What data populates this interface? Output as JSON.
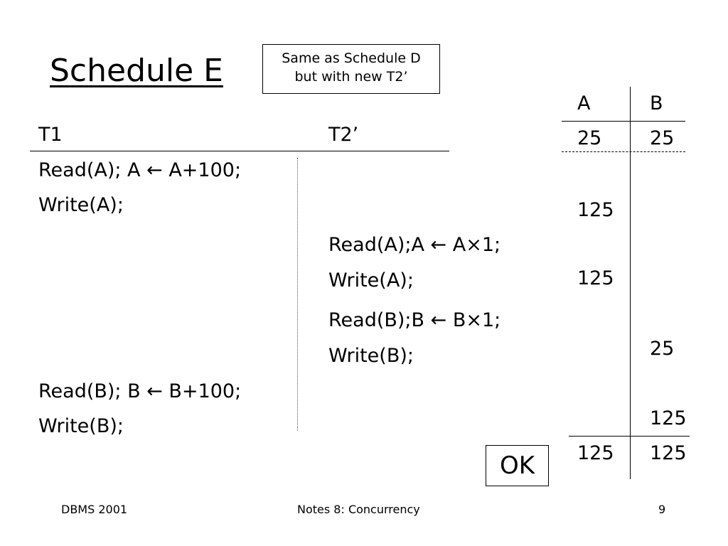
{
  "title": "Schedule E",
  "note": {
    "line1": "Same as Schedule D",
    "line2": "but with new T2’"
  },
  "transactions": {
    "t1_header": "T1",
    "t2_header": "T2’",
    "t1_ops": [
      "Read(A); A ← A+100;",
      "Write(A);",
      "Read(B); B ←  B+100;",
      "Write(B);"
    ],
    "t2_ops": [
      "Read(A);A ←  A×1;",
      "Write(A);",
      "Read(B);B ←  B×1;",
      "Write(B);"
    ]
  },
  "values_table": {
    "header_a": "A",
    "header_b": "B",
    "initial_a": "25",
    "initial_b": "25",
    "a_values": [
      "125",
      "125"
    ],
    "b_values": [
      "25",
      "125"
    ],
    "final_a": "125",
    "final_b": "125"
  },
  "result": "OK",
  "footer": {
    "left": "DBMS 2001",
    "center": "Notes 8: Concurrency",
    "right": "9"
  }
}
